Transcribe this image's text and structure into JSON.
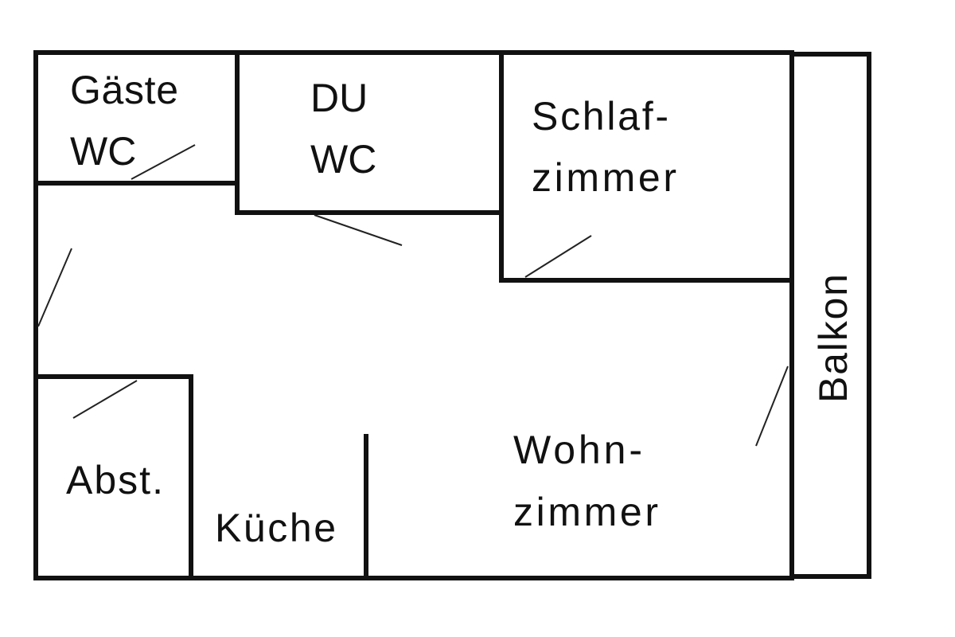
{
  "rooms": {
    "guest_wc": [
      "Gäste",
      "WC"
    ],
    "shower_wc": [
      "DU",
      "WC"
    ],
    "bedroom": [
      "Schlaf-",
      "zimmer"
    ],
    "storage": "Abst.",
    "kitchen": "Küche",
    "living_room": [
      "Wohn-",
      "zimmer"
    ],
    "balcony": "Balkon"
  }
}
